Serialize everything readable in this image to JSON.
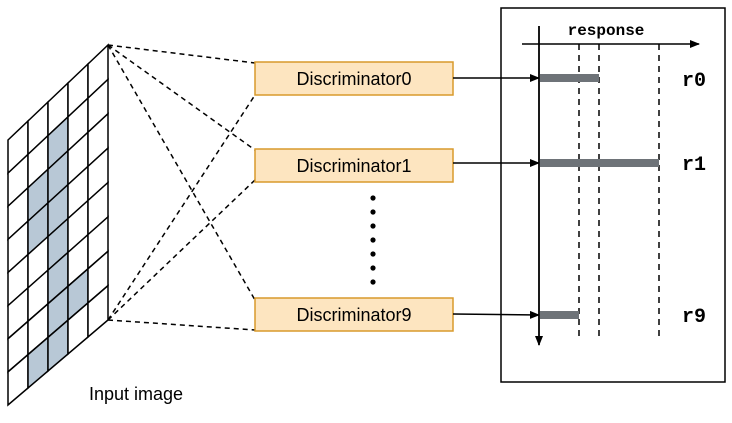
{
  "input": {
    "caption": "Input image"
  },
  "discriminators": [
    {
      "label": "Discriminator0"
    },
    {
      "label": "Discriminator1"
    },
    {
      "label": "Discriminator9"
    }
  ],
  "panel": {
    "axis_title": "response",
    "responses": [
      {
        "label": "r0"
      },
      {
        "label": "r1"
      },
      {
        "label": "r9"
      }
    ]
  },
  "colors": {
    "box_fill": "#fde5c0",
    "box_stroke": "#d89a2c",
    "cell_fill": "#b8c8d6",
    "bar": "#6e7378",
    "line": "#000000"
  }
}
